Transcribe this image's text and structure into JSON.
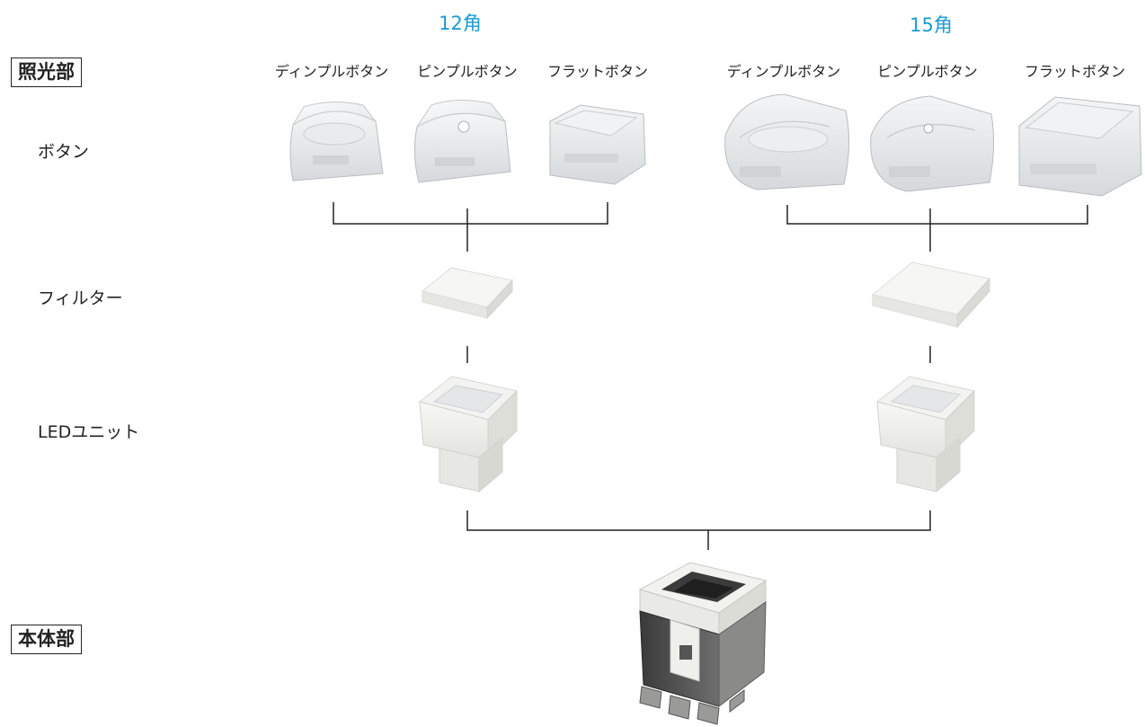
{
  "headings": {
    "size_12": "12角",
    "size_15": "15角"
  },
  "button_types": [
    "ディンプルボタン",
    "ピンプルボタン",
    "フラットボタン"
  ],
  "sections": {
    "lighting": "照光部",
    "body": "本体部"
  },
  "rows": {
    "button": "ボタン",
    "filter": "フィルター",
    "led_unit": "LEDユニット"
  },
  "colors": {
    "accent": "#1a9ad6",
    "line": "#222222"
  },
  "components": [
    {
      "name": "dimple-button-12",
      "icon": "clear-dimple-keycap"
    },
    {
      "name": "pimple-button-12",
      "icon": "clear-pimple-keycap"
    },
    {
      "name": "flat-button-12",
      "icon": "clear-flat-keycap"
    },
    {
      "name": "dimple-button-15",
      "icon": "clear-dimple-keycap"
    },
    {
      "name": "pimple-button-15",
      "icon": "clear-pimple-keycap"
    },
    {
      "name": "flat-button-15",
      "icon": "clear-flat-keycap"
    },
    {
      "name": "filter-12",
      "icon": "white-filter-plate"
    },
    {
      "name": "filter-15",
      "icon": "white-filter-plate"
    },
    {
      "name": "led-unit-12",
      "icon": "led-unit"
    },
    {
      "name": "led-unit-15",
      "icon": "led-unit"
    },
    {
      "name": "switch-body",
      "icon": "switch-body"
    }
  ]
}
